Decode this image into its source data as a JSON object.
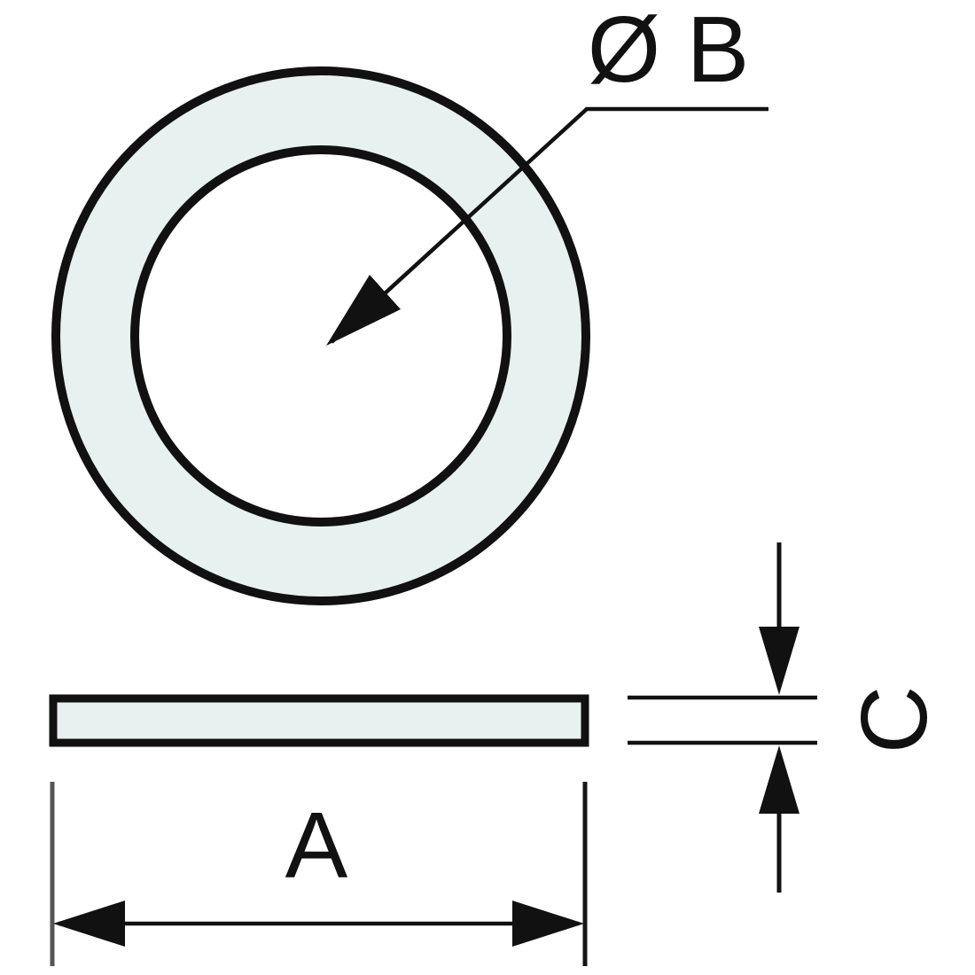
{
  "labels": {
    "inner_diameter": "Ø B",
    "outer_diameter": "A",
    "thickness": "C"
  },
  "colors": {
    "background": "#ffffff",
    "part_fill": "#e7f1ef",
    "line": "#111111",
    "ext_line_left": "#555555",
    "ext_line_right": "#161616"
  }
}
